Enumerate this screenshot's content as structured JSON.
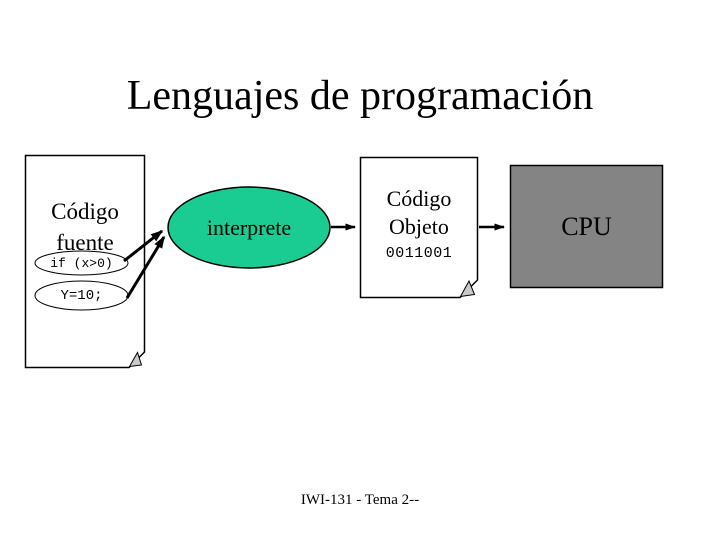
{
  "slide": {
    "title": "Lenguajes de programación",
    "footer": "IWI-131 - Tema 2--"
  },
  "diagram": {
    "source_document": {
      "label": "Código fuente",
      "code_line_1": "if (x>0)",
      "code_line_2": "Y=10;"
    },
    "interpreter": {
      "label": "interprete",
      "fill": "#1bcc92"
    },
    "object_document": {
      "label": "Código Objeto",
      "binary": "0011001"
    },
    "cpu": {
      "label": "CPU",
      "fill": "#848484"
    },
    "fold_fill": "#c9c9c9",
    "line_color": "#000000"
  }
}
